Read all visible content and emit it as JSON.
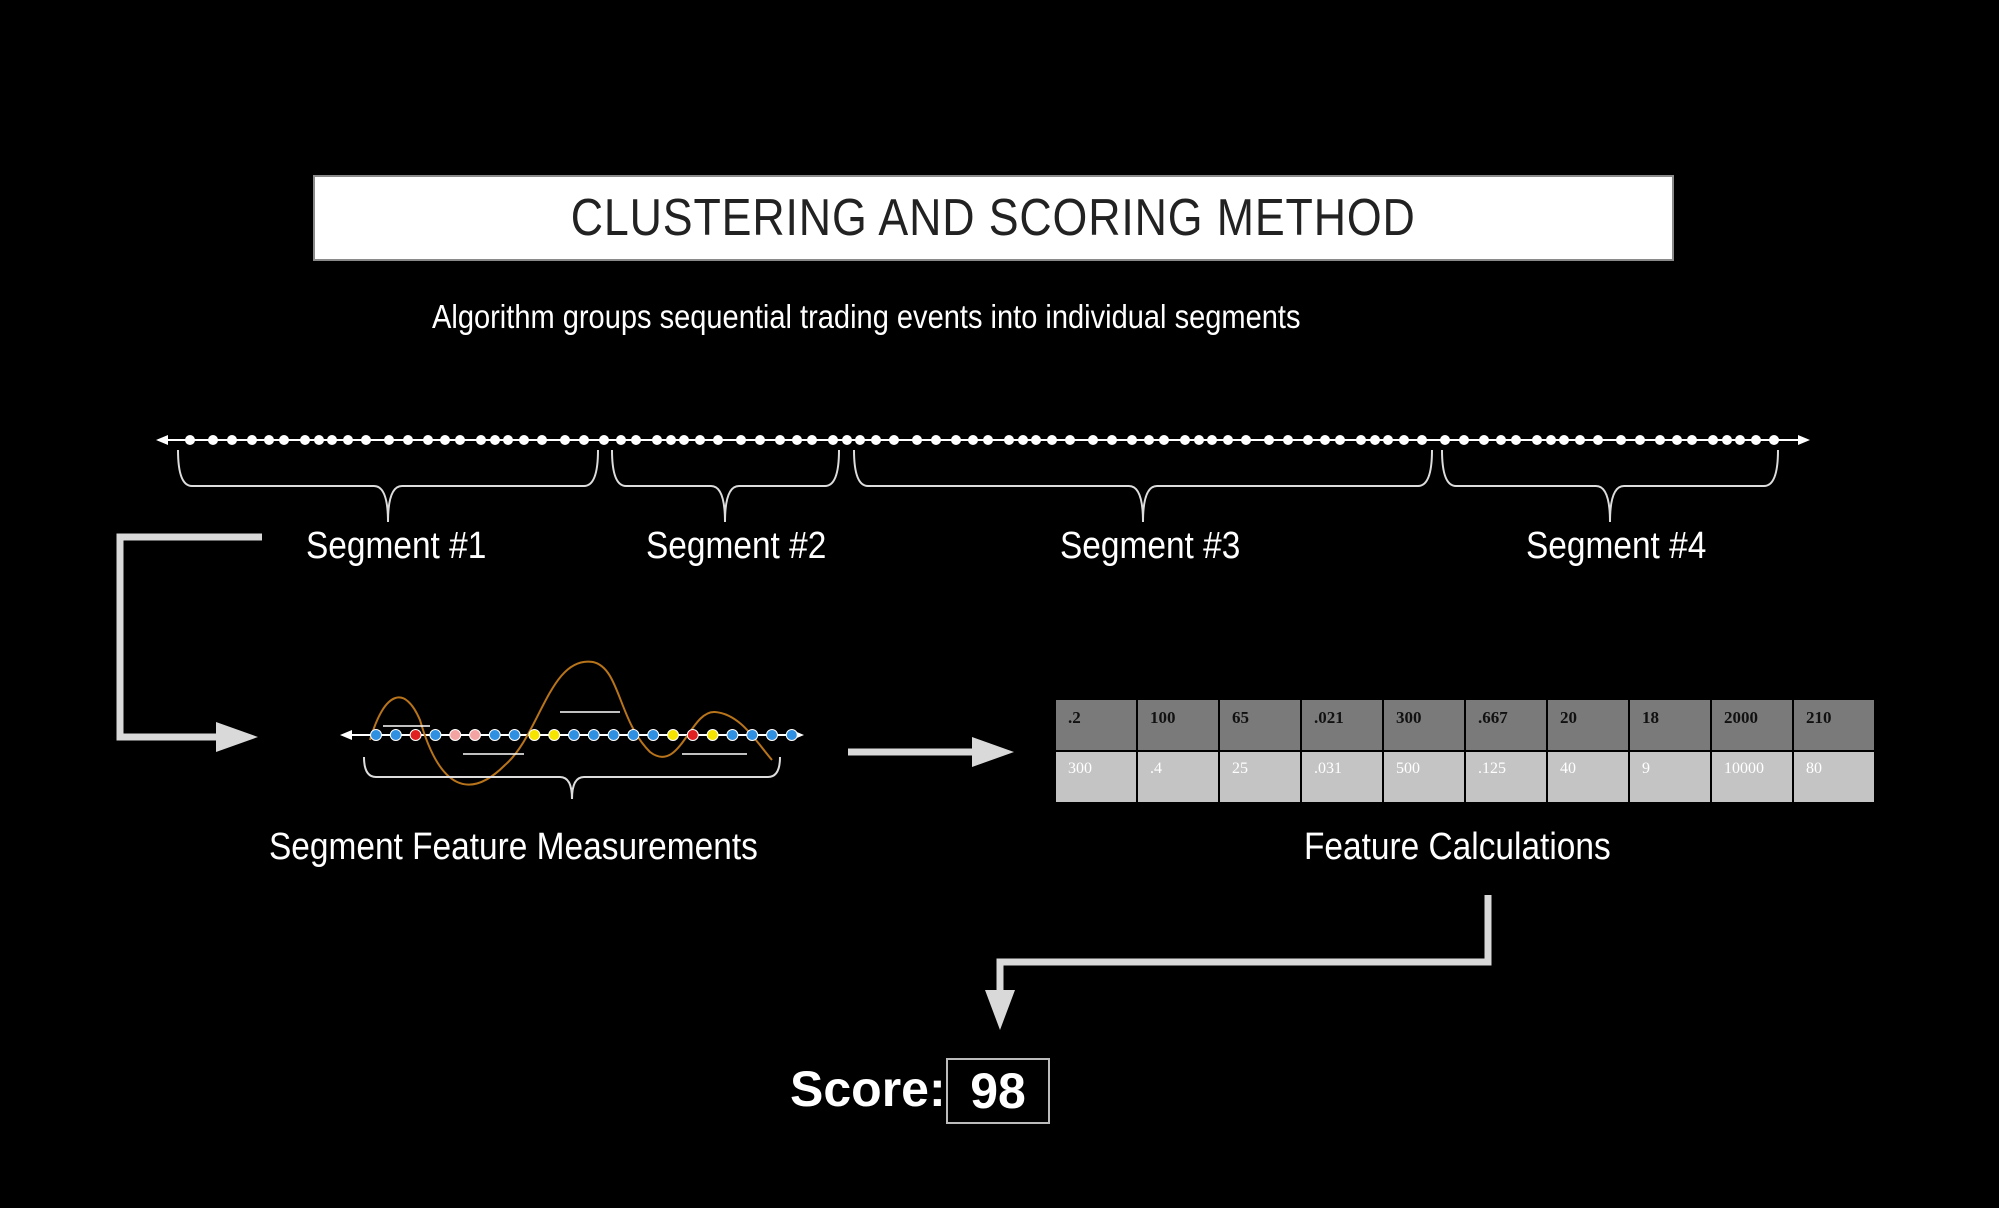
{
  "title": "CLUSTERING AND SCORING METHOD",
  "subtitle": "Algorithm groups sequential trading events into individual segments",
  "segments": [
    "Segment #1",
    "Segment #2",
    "Segment #3",
    "Segment #4"
  ],
  "captions": {
    "measurements": "Segment Feature Measurements",
    "calculations": "Feature Calculations"
  },
  "feature_table": {
    "row1": [
      ".2",
      "100",
      "65",
      ".021",
      "300",
      ".667",
      "20",
      "18",
      "2000",
      "210"
    ],
    "row2": [
      "300",
      ".4",
      "25",
      ".031",
      "500",
      ".125",
      "40",
      "9",
      "10000",
      "80"
    ]
  },
  "score": {
    "label": "Score:",
    "value": "98"
  },
  "colors": {
    "background": "#000000",
    "wave": "#b8741a",
    "event_blue": "#2f8fe0",
    "event_red": "#e02020",
    "event_pink": "#f4a3a3",
    "event_yellow": "#f5e400"
  }
}
